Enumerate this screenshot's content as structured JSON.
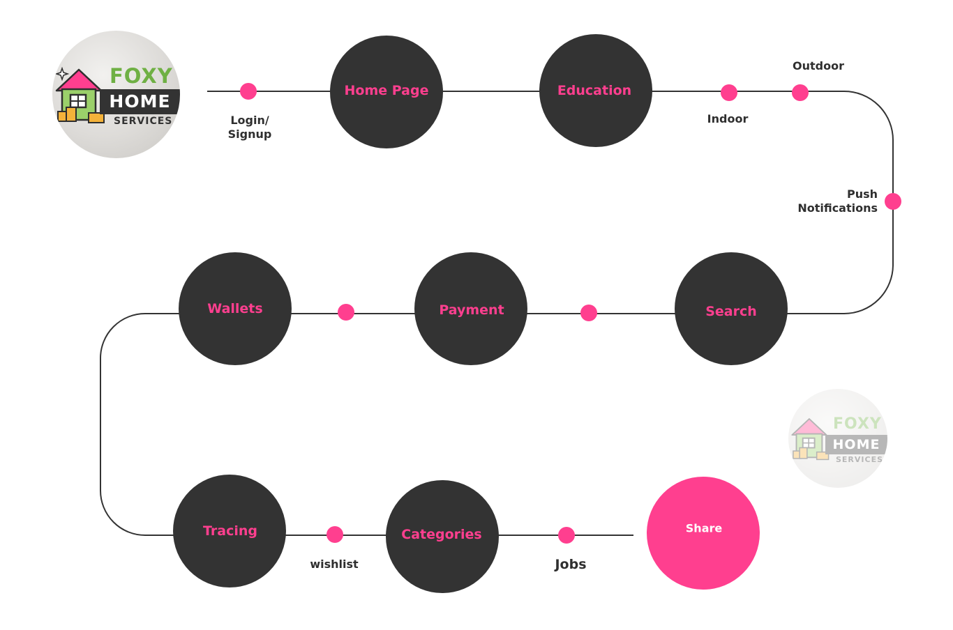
{
  "brand": {
    "line1": "FOXY",
    "line2": "HOME",
    "line3": "SERVICES"
  },
  "nodes": {
    "home_page": "Home Page",
    "education": "Education",
    "search": "Search",
    "payment": "Payment",
    "wallets": "Wallets",
    "tracing": "Tracing",
    "categories": "Categories",
    "share": "Share"
  },
  "points": {
    "login": "Login/\nSignup",
    "indoor": "Indoor",
    "outdoor": "Outdoor",
    "push": "Push Notifications",
    "wishlist": "wishlist",
    "jobs": "Jobs"
  },
  "colors": {
    "node": "#333333",
    "accent": "#ff3f8f",
    "line": "#333333"
  }
}
